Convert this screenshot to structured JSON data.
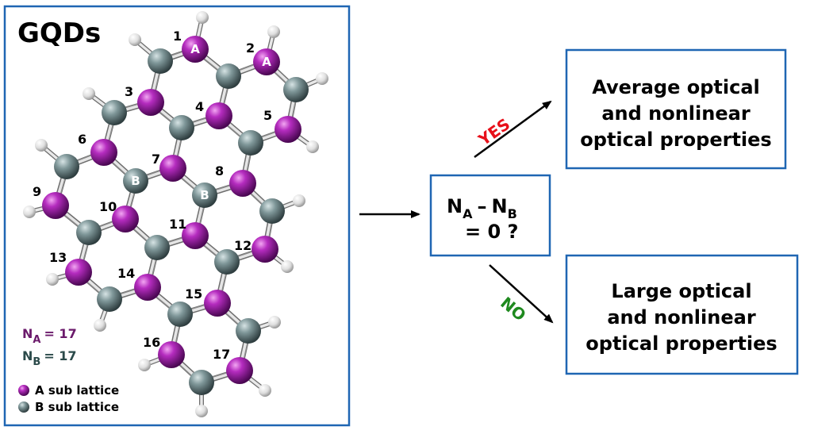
{
  "panel": {
    "title": "GQDs",
    "count_a_main": "N",
    "count_a_sub": "A",
    "count_a_value": "= 17",
    "count_b_main": "N",
    "count_b_sub": "B",
    "count_b_value": "= 17",
    "legend_a": "A sub lattice",
    "legend_b": "B sub lattice"
  },
  "atom_labels": {
    "a": "A",
    "b": "B"
  },
  "atom_numbers": [
    "1",
    "2",
    "3",
    "4",
    "5",
    "6",
    "7",
    "8",
    "9",
    "10",
    "11",
    "12",
    "13",
    "14",
    "15",
    "16",
    "17"
  ],
  "question": {
    "n": "N",
    "sub_a": "A",
    "dash": "–",
    "sub_b": "B",
    "line2": "= 0 ?"
  },
  "branches": {
    "yes": "YES",
    "no": "NO"
  },
  "outcomes": {
    "top": [
      "Average optical",
      "and nonlinear",
      "optical properties"
    ],
    "bottom": [
      "Large optical",
      "and nonlinear",
      "optical properties"
    ]
  },
  "colors": {
    "a_sublattice": "#8e1a9e",
    "b_sublattice": "#5f7b7e",
    "hydrogen": "#e8e8e8",
    "box_border": "#1f66b3",
    "yes": "#e8101a",
    "no": "#1f8a1f"
  }
}
